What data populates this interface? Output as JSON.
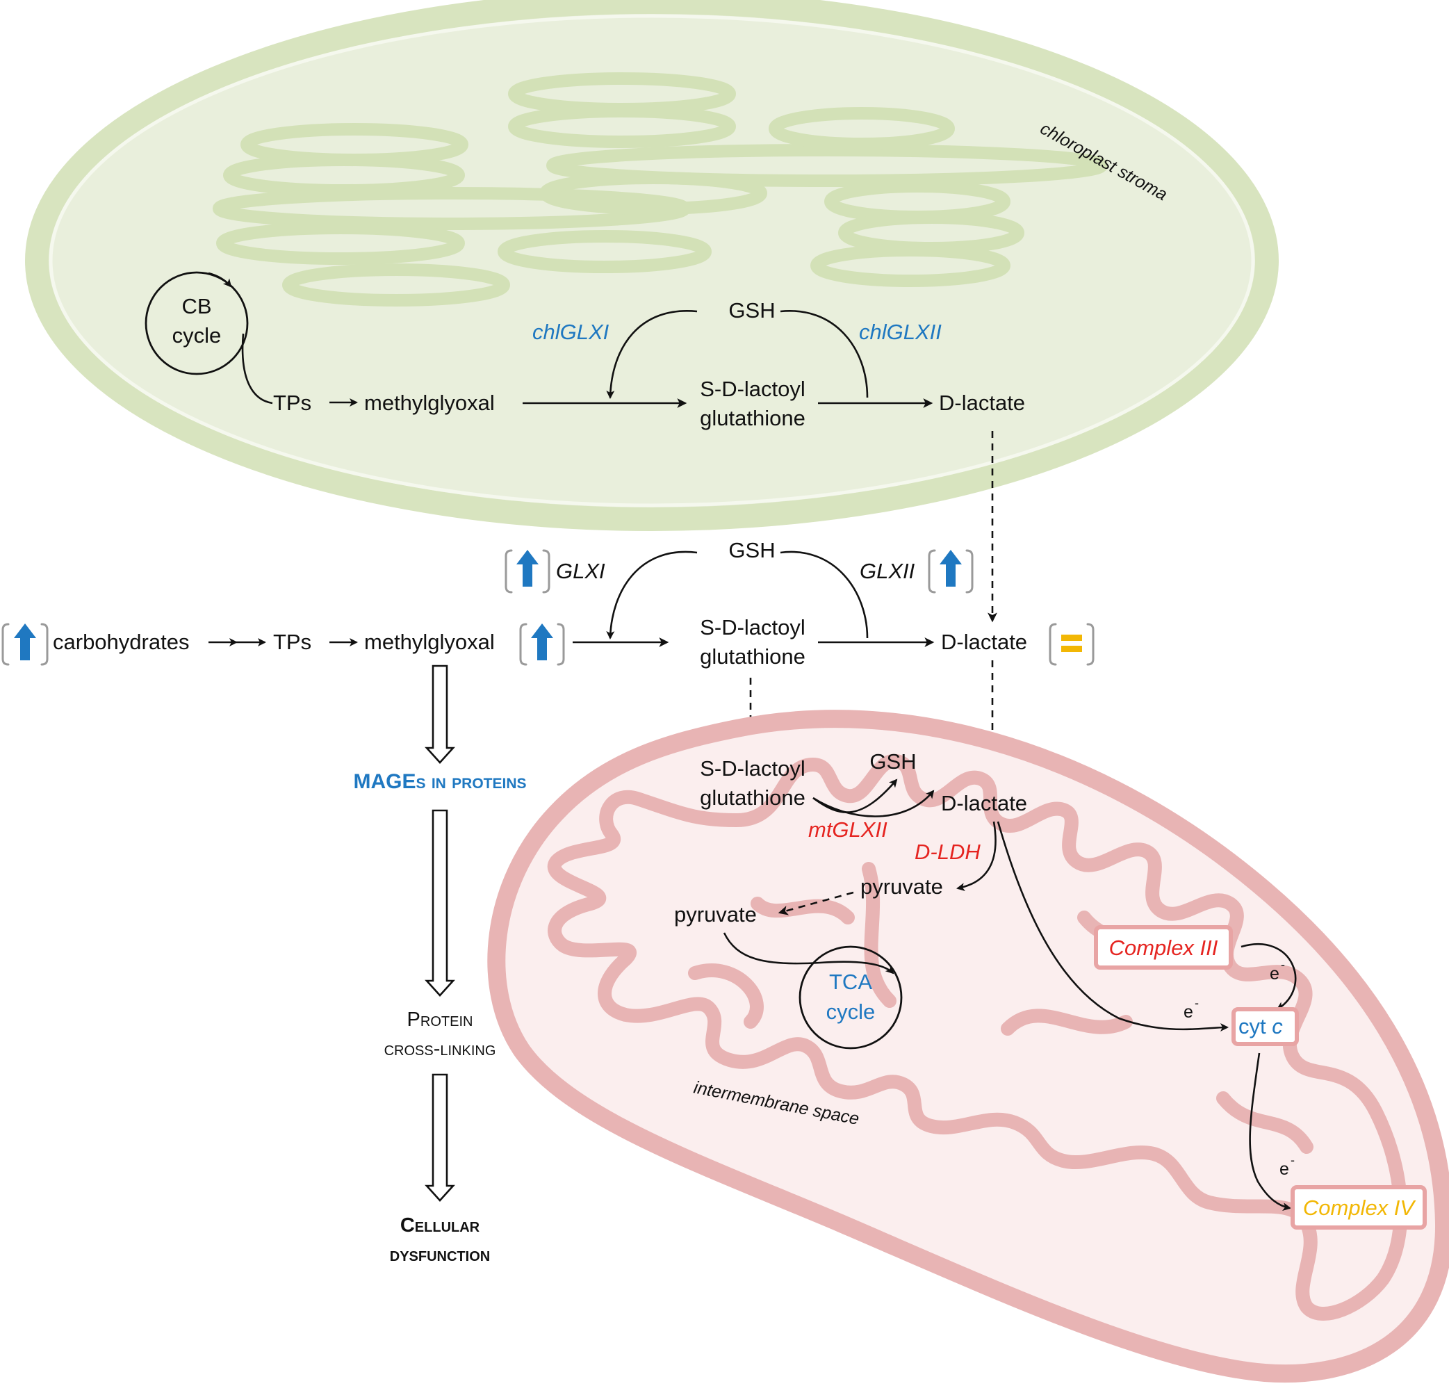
{
  "chloroplast": {
    "label": "chloroplast stroma",
    "cycle": [
      "CB",
      "cycle"
    ],
    "tps": "TPs",
    "methylglyoxal": "methylglyoxal",
    "gsh": "GSH",
    "sdl_line1": "S-D-lactoyl",
    "sdl_line2": "glutathione",
    "dlactate": "D-lactate",
    "enzyme1": "chlGLXI",
    "enzyme2": "chlGLXII"
  },
  "cytosol": {
    "carbohydrates": "carbohydrates",
    "tps": "TPs",
    "methylglyoxal": "methylglyoxal",
    "gsh": "GSH",
    "sdl_line1": "S-D-lactoyl",
    "sdl_line2": "glutathione",
    "dlactate": "D-lactate",
    "enzyme1": "GLXI",
    "enzyme2": "GLXII",
    "indicators": {
      "carbohydrates": "up",
      "glxi": "up",
      "methylglyoxal": "up",
      "glxii": "up",
      "dlactate": "equal"
    },
    "outcomes": {
      "mages": "MAGEs in proteins",
      "crosslink_line1": "Protein",
      "crosslink_line2": "cross-linking",
      "dysfunction_line1": "Cellular",
      "dysfunction_line2": "dysfunction"
    }
  },
  "mitochondrion": {
    "sdl_line1": "S-D-lactoyl",
    "sdl_line2": "glutathione",
    "gsh": "GSH",
    "dlactate": "D-lactate",
    "enzyme_glxii": "mtGLXII",
    "enzyme_dldh": "D-LDH",
    "pyruvate_inner": "pyruvate",
    "pyruvate_matrix": "pyruvate",
    "tca": [
      "TCA",
      "cycle"
    ],
    "complex3": "Complex III",
    "cytc": "cyt",
    "cytc_italic": "c",
    "complex4": "Complex IV",
    "electron": "e",
    "electron_sup": "-",
    "space_label": "intermembrane space"
  },
  "colors": {
    "chloroplast_outer": "#d8e4bf",
    "chloroplast_fill": "#e9efdc",
    "thylakoid": "#d3e1b7",
    "mito_outer": "#e8b4b4",
    "mito_fill": "#fbeeee",
    "enzyme_blue": "#1f78c1",
    "enzyme_red": "#e52420",
    "complex4_yellow": "#f2b705",
    "indicator_blue": "#1f78c1",
    "indicator_yellow": "#f2b705"
  }
}
